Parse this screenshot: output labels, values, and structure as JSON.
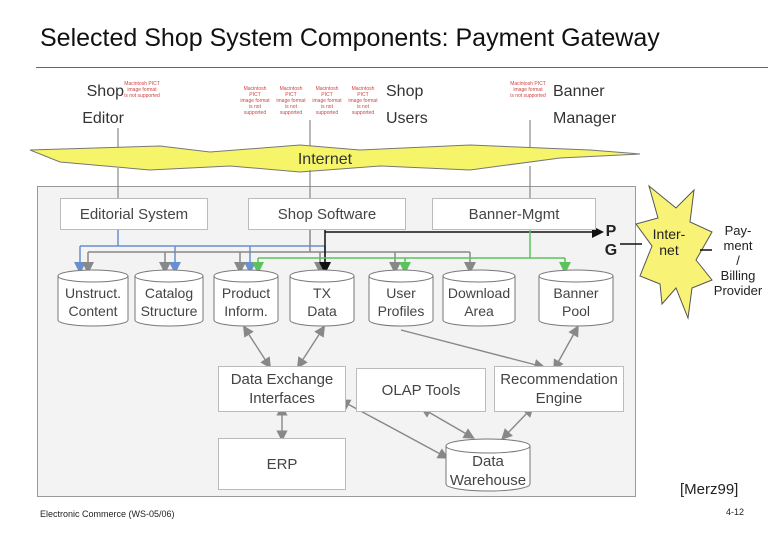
{
  "slide": {
    "title": "Selected Shop System Components: Payment Gateway",
    "footer_left": "Electronic Commerce (WS-05/06)",
    "footer_right": "4-12",
    "citation": "[Merz99]"
  },
  "clients": {
    "shop_editor": {
      "line1": "Shop",
      "line2": "Editor"
    },
    "shop_users": {
      "line1": "Shop",
      "line2": "Users"
    },
    "banner_manager": {
      "line1": "Banner",
      "line2": "Manager"
    },
    "image_placeholder_lines": [
      "Macintosh PICT",
      "image format",
      "is not supported"
    ]
  },
  "internet": {
    "label": "Internet"
  },
  "system_boxes": {
    "editorial": "Editorial System",
    "shop_software": "Shop Software",
    "banner_mgmt": "Banner-Mgmt"
  },
  "payment_gateway": {
    "line1": "P",
    "line2": "G"
  },
  "stores": [
    {
      "line1": "Unstruct.",
      "line2": "Content"
    },
    {
      "line1": "Catalog",
      "line2": "Structure"
    },
    {
      "line1": "Product",
      "line2": "Inform."
    },
    {
      "line1": "TX",
      "line2": "Data"
    },
    {
      "line1": "User",
      "line2": "Profiles"
    },
    {
      "line1": "Download",
      "line2": "Area"
    },
    {
      "line1": "Banner",
      "line2": "Pool"
    }
  ],
  "services": {
    "data_exchange": {
      "line1": "Data Exchange",
      "line2": "Interfaces"
    },
    "olap": "OLAP Tools",
    "recommendation": {
      "line1": "Recommendation",
      "line2": "Engine"
    }
  },
  "bottom": {
    "erp": "ERP",
    "data_warehouse": {
      "line1": "Data",
      "line2": "Warehouse"
    }
  },
  "external": {
    "burst": {
      "line1": "Inter-",
      "line2": "net"
    },
    "provider": {
      "line1": "Pay-",
      "line2": "ment",
      "line3": "/",
      "line4": "Billing",
      "line5": "Provider"
    }
  },
  "colors": {
    "editorial_line": "#6a8fd0",
    "shop_line": "#888888",
    "banner_line": "#5cc25c",
    "pg_line": "#111111",
    "lightning_fill": "#f6f56a",
    "burst_fill": "#f8f277",
    "area_bg": "#f3f3f3"
  }
}
